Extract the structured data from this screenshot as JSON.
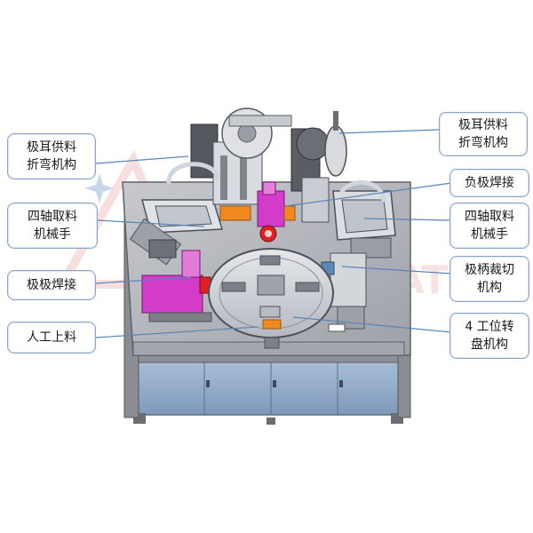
{
  "labels": {
    "tab_feed_left": [
      "极耳供料",
      "折弯机构"
    ],
    "tab_feed_right": [
      "极耳供料",
      "折弯机构"
    ],
    "neg_weld": [
      "负极焊接"
    ],
    "robot_left": [
      "四轴取料",
      "机械手"
    ],
    "robot_right": [
      "四轴取料",
      "机械手"
    ],
    "pole_weld": [
      "极极焊接"
    ],
    "handle_cut": [
      "极柄裁切",
      "机构"
    ],
    "manual_load": [
      "人工上料"
    ],
    "turntable": [
      "4 工位转",
      "盘机构"
    ]
  },
  "watermark": "MATE",
  "colors": {
    "frame": "#7f8288",
    "cabinet": "#8fa8c6",
    "table_top": "#b9bcc2",
    "magenta": "#d23cc8",
    "orange": "#f08a1e",
    "red": "#e02020",
    "callout_border": "#8aa6c4",
    "leader": "#5a86b8"
  }
}
